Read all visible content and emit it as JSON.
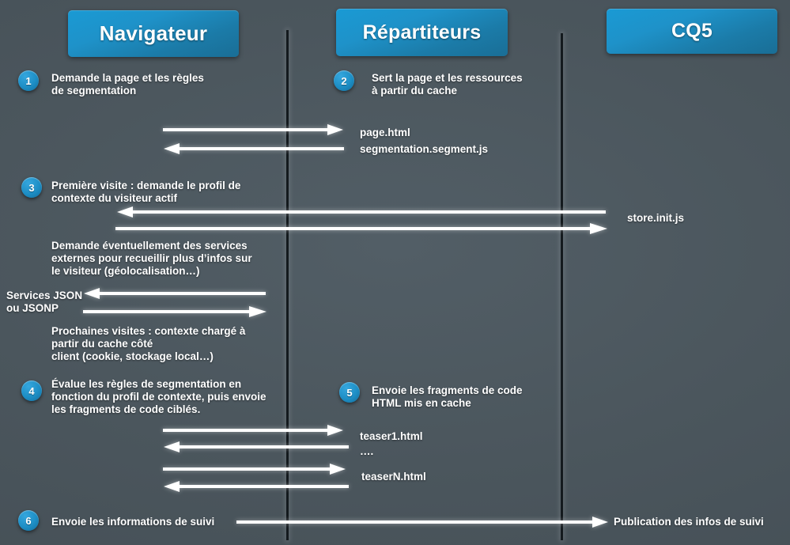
{
  "diagram": {
    "title": "Segmentation sequence diagram",
    "background_color": "#4b565d",
    "accent_color": "#1d8ec5",
    "line_color": "#ffffff"
  },
  "actors": [
    {
      "id": "navigateur",
      "label": "Navigateur"
    },
    {
      "id": "repartiteurs",
      "label": "Répartiteurs"
    },
    {
      "id": "cq5",
      "label": "CQ5"
    }
  ],
  "steps": [
    {
      "number": "1",
      "text": "Demande la page et les règles\nde segmentation"
    },
    {
      "number": "2",
      "text": "Sert la page et les ressources\nà partir du cache"
    },
    {
      "number": "3",
      "text": "Première visite : demande le profil de\ncontexte du visiteur actif"
    },
    {
      "number": "4",
      "text": "Évalue les règles de segmentation en\nfonction du profil de contexte, puis envoie\nles fragments de code ciblés."
    },
    {
      "number": "5",
      "text": "Envoie les fragments de code\nHTML mis en cache"
    },
    {
      "number": "6",
      "text": "Envoie les informations de suivi"
    }
  ],
  "notes": [
    {
      "id": "external-services",
      "text": "Demande éventuellement des services\nexternes pour recueillir plus d’infos sur\nle visiteur (géolocalisation…)"
    },
    {
      "id": "services-json",
      "text": "Services JSON\nou JSONP"
    },
    {
      "id": "next-visits",
      "text": "Prochaines visites : contexte chargé à\npartir du cache côté\nclient (cookie, stockage local…)"
    }
  ],
  "message_labels": [
    {
      "id": "page-html",
      "text": "page.html"
    },
    {
      "id": "segmentation",
      "text": "segmentation.segment.js"
    },
    {
      "id": "store-init",
      "text": "store.init.js"
    },
    {
      "id": "teaser1",
      "text": "teaser1.html"
    },
    {
      "id": "teaser-ellipsis",
      "text": "…."
    },
    {
      "id": "teaserN",
      "text": "teaserN.html"
    },
    {
      "id": "publication",
      "text": "Publication des infos de suivi"
    }
  ]
}
